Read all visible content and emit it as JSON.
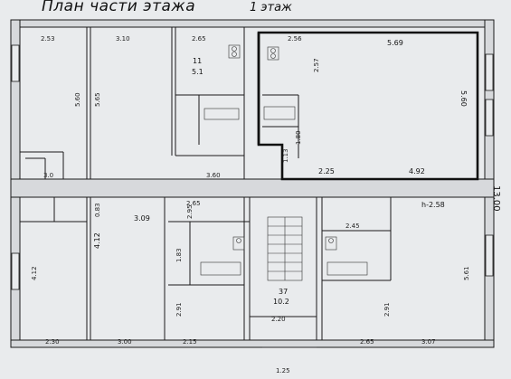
{
  "header": {
    "title": "План части этажа",
    "floor": "1 этаж"
  },
  "dimensions": {
    "top_left_room_width": "2.53",
    "top_second_room_width": "3.10",
    "top_small_room_width": "2.65",
    "top_highlight_small_width": "2.56",
    "big_room_width": "5.69",
    "big_room_height": "5.60",
    "big_room_bottom_left": "2.25",
    "big_room_bottom_right": "4.92",
    "highlight_vertical": "2.57",
    "left_room_height": "5.60",
    "second_room_height": "5.65",
    "corridor_width": "3.60",
    "wc_room_label": "11",
    "wc_room_area": "5.1",
    "corridor_stair_mark": "1.13",
    "left_small_width": "3.0",
    "mid_stair_label": "1.80",
    "lower_room_width": "2.65",
    "lower_corridor": "3.09",
    "lower_left_height": "4.12",
    "lower_second_height": "4.12",
    "lower_wc_height": "1.83",
    "lower_right_height": "5.61",
    "lower_right_small": "2.45",
    "ceiling_height": "h-2.58",
    "building_depth": "13.00",
    "bottom_left_width": "2.30",
    "bottom_second_width": "3.00",
    "bottom_third_width": "2.15",
    "bottom_fourth_width": "2.20",
    "bottom_stair_width": "1.25",
    "bottom_right_width": "2.65",
    "bottom_far_right_width": "3.07",
    "stair_room_label": "37",
    "stair_room_area": "10.2",
    "lower_room_height_left": "2.91",
    "lower_right_mid": "2.91",
    "lower_mark_a": "0.83",
    "lower_mark_b": "2.95"
  }
}
